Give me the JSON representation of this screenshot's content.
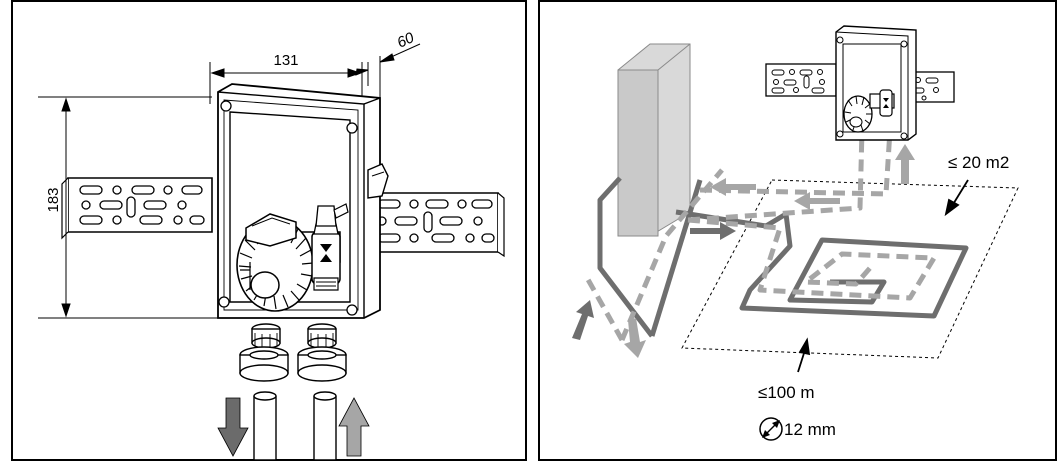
{
  "left_panel": {
    "dim_width": "131",
    "dim_height": "183",
    "dim_depth": "60"
  },
  "right_panel": {
    "area_label": "≤ 20 m2",
    "length_label": "≤100 m",
    "diameter_label": "12 mm",
    "diameter_icon": "diameter-icon"
  },
  "colors": {
    "line": "#000000",
    "pipe_solid": "#707070",
    "pipe_dashed": "#a6a6a6",
    "arrow": "#8a8a8a",
    "radiator": "#d9d9d9"
  }
}
